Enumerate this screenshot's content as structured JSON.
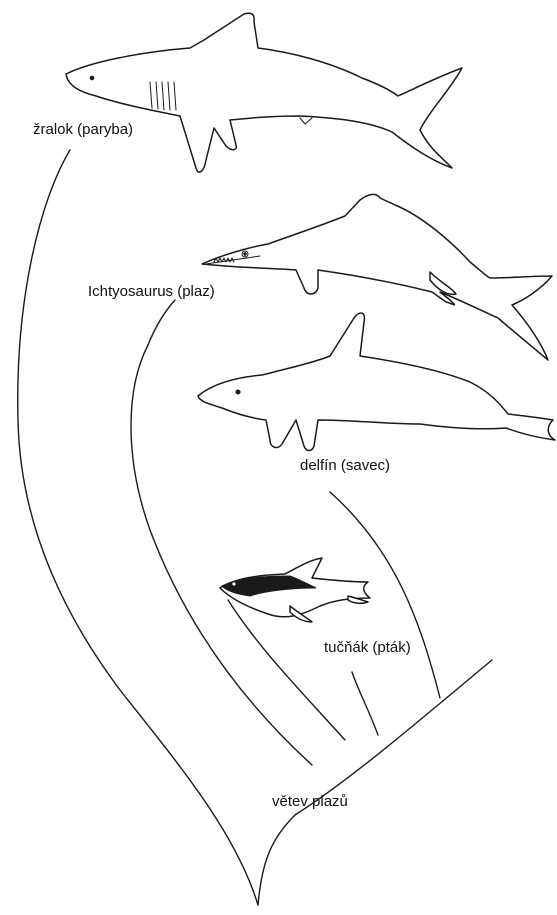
{
  "labels": {
    "shark": "žralok (paryba)",
    "ichthyosaurus": "Ichtyosaurus (plaz)",
    "dolphin": "delfín (savec)",
    "penguin": "tučňák (pták)",
    "reptile_branch": "větev plazů"
  },
  "icons": [
    "shark-icon",
    "ichthyosaurus-icon",
    "dolphin-icon",
    "penguin-icon"
  ]
}
